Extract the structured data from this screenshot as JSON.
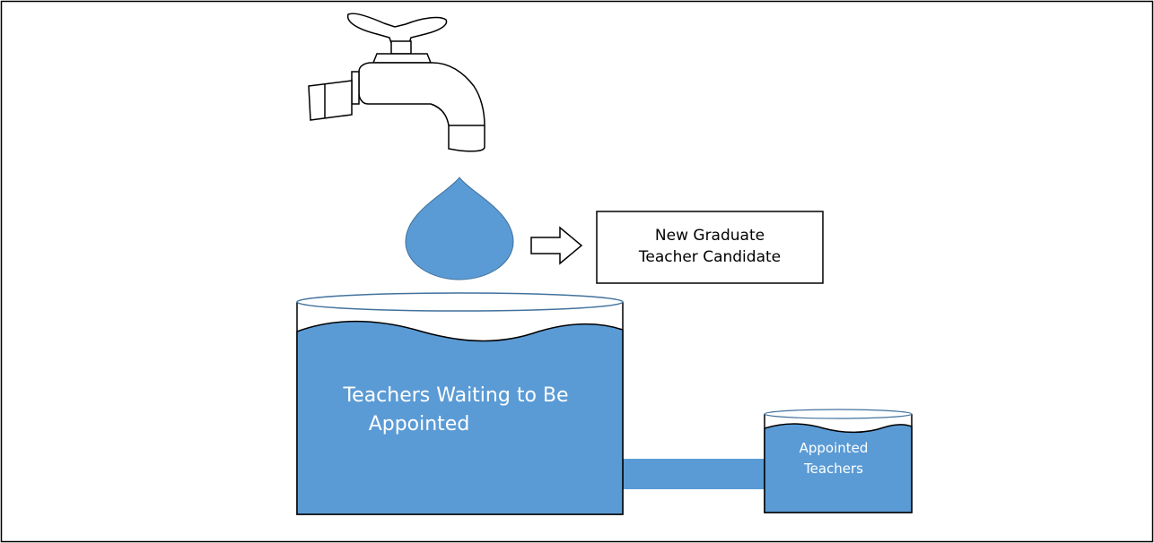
{
  "diagram": {
    "colors": {
      "water": "#5b9bd5",
      "stroke": "#000000",
      "water_edge": "#41719c",
      "label_on_water": "#ffffff",
      "background": "#ffffff"
    },
    "icons": [
      "faucet-icon",
      "water-drop-icon",
      "right-arrow-icon"
    ],
    "candidate_box": {
      "line1": "New Graduate",
      "line2": "Teacher Candidate"
    },
    "waiting_tank": {
      "line1": "Teachers Waiting to Be",
      "line2": "Appointed"
    },
    "appointed_tank": {
      "line1": "Appointed",
      "line2": "Teachers"
    }
  }
}
